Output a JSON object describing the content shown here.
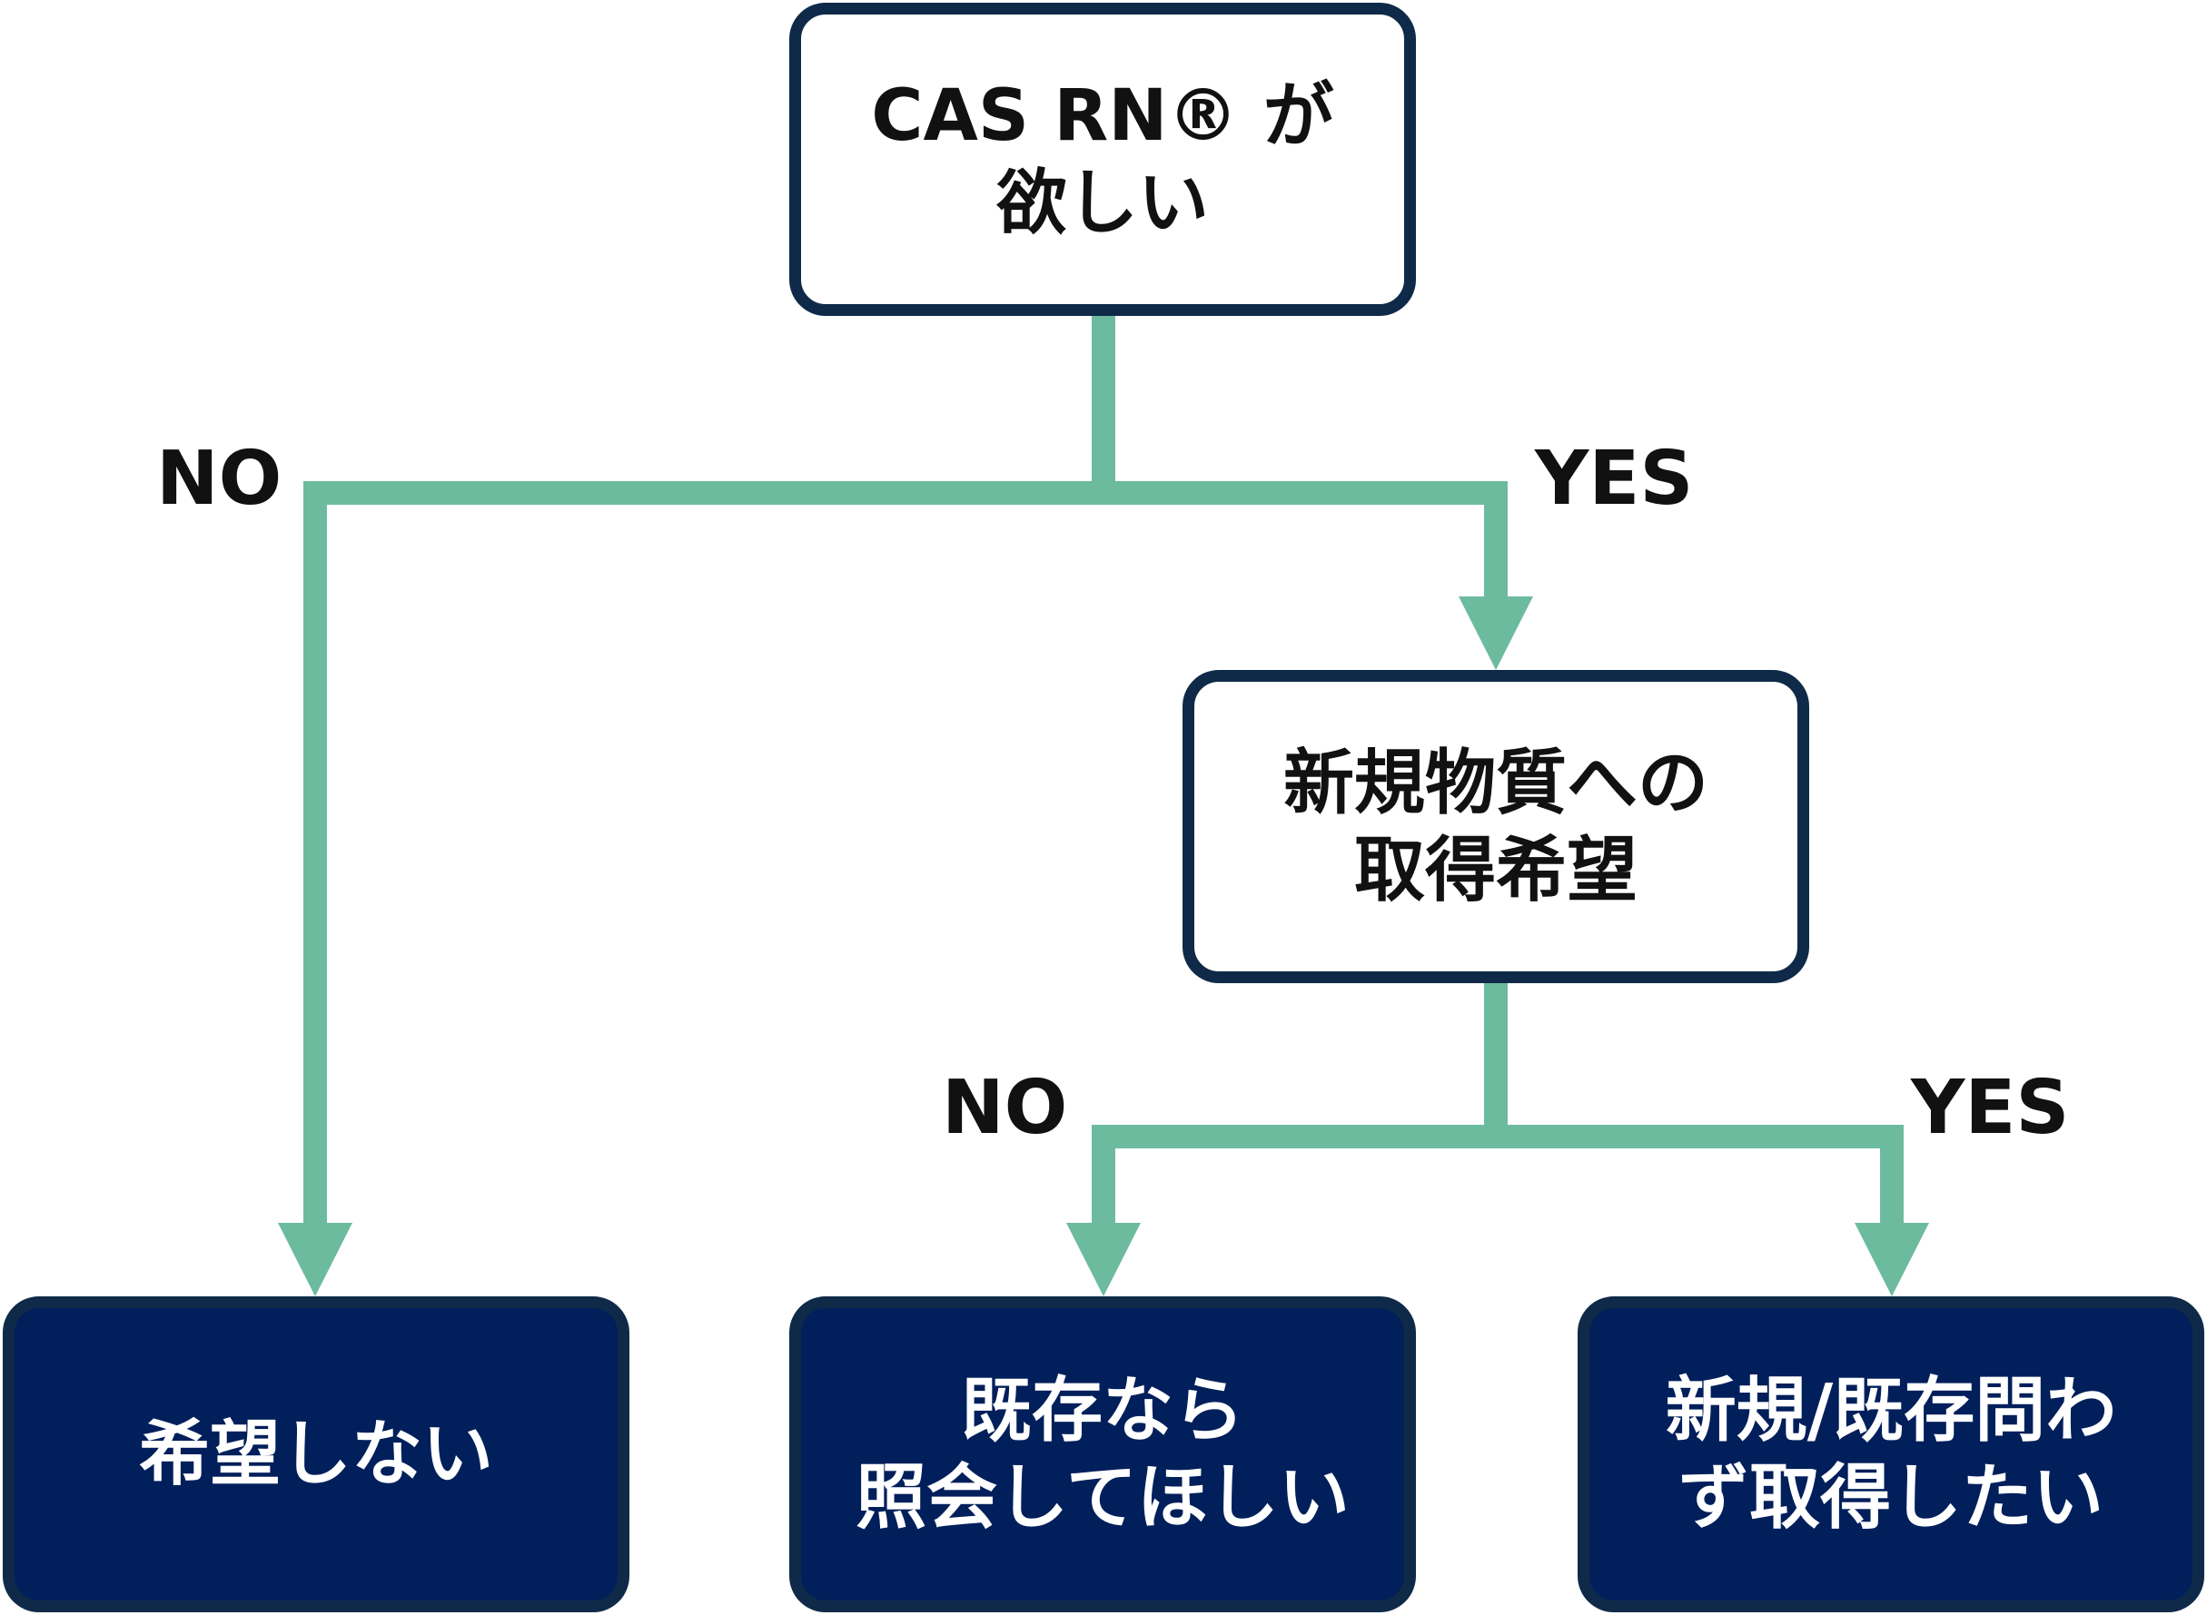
{
  "colors": {
    "connector": "#6dbb9f",
    "question_border": "#0f2a48",
    "answer_fill": "#001f5b",
    "text_dark": "#111111",
    "text_light": "#ffffff"
  },
  "nodes": {
    "q1": {
      "lines": [
        "CAS RN® が",
        "欲しい"
      ]
    },
    "q2": {
      "lines": [
        "新規物質への",
        "取得希望"
      ]
    },
    "a1": {
      "lines": [
        "希望しない"
      ]
    },
    "a2": {
      "lines": [
        "既存なら",
        "照会してほしい"
      ]
    },
    "a3": {
      "lines": [
        "新規/既存問わ",
        "ず取得したい"
      ]
    }
  },
  "edges": {
    "q1_no": "NO",
    "q1_yes": "YES",
    "q2_no": "NO",
    "q2_yes": "YES"
  }
}
